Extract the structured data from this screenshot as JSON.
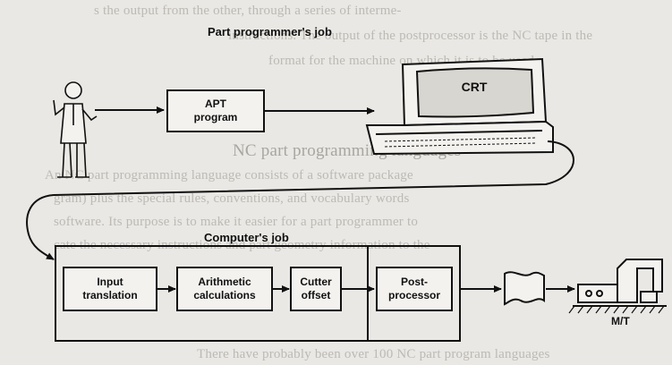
{
  "title_part": "Part programmer's job",
  "title_computer": "Computer's job",
  "boxes": {
    "apt": "APT\nprogram",
    "crt": "CRT",
    "input": "Input\ntranslation",
    "arith": "Arithmetic\ncalculations",
    "cutter": "Cutter\noffset",
    "post": "Post-\nprocessor"
  },
  "mt_label": "M/T",
  "background_text": {
    "line1": "s the output from the other, through a series of interme-",
    "line2": "instructions. The output of the postprocessor is the NC tape in the",
    "line3": "format for the machine on which it is to be used.",
    "heading": "NC part programming languages",
    "p1": "An NC part programming language consists of a software package",
    "p2": "gram) plus the special rules, conventions, and vocabulary words",
    "p3": "software. Its purpose is to make it easier for a part programmer to",
    "p4": "cate the necessary instructions and part geometry information to the",
    "p5": "There have probably been over 100 NC part program languages"
  }
}
